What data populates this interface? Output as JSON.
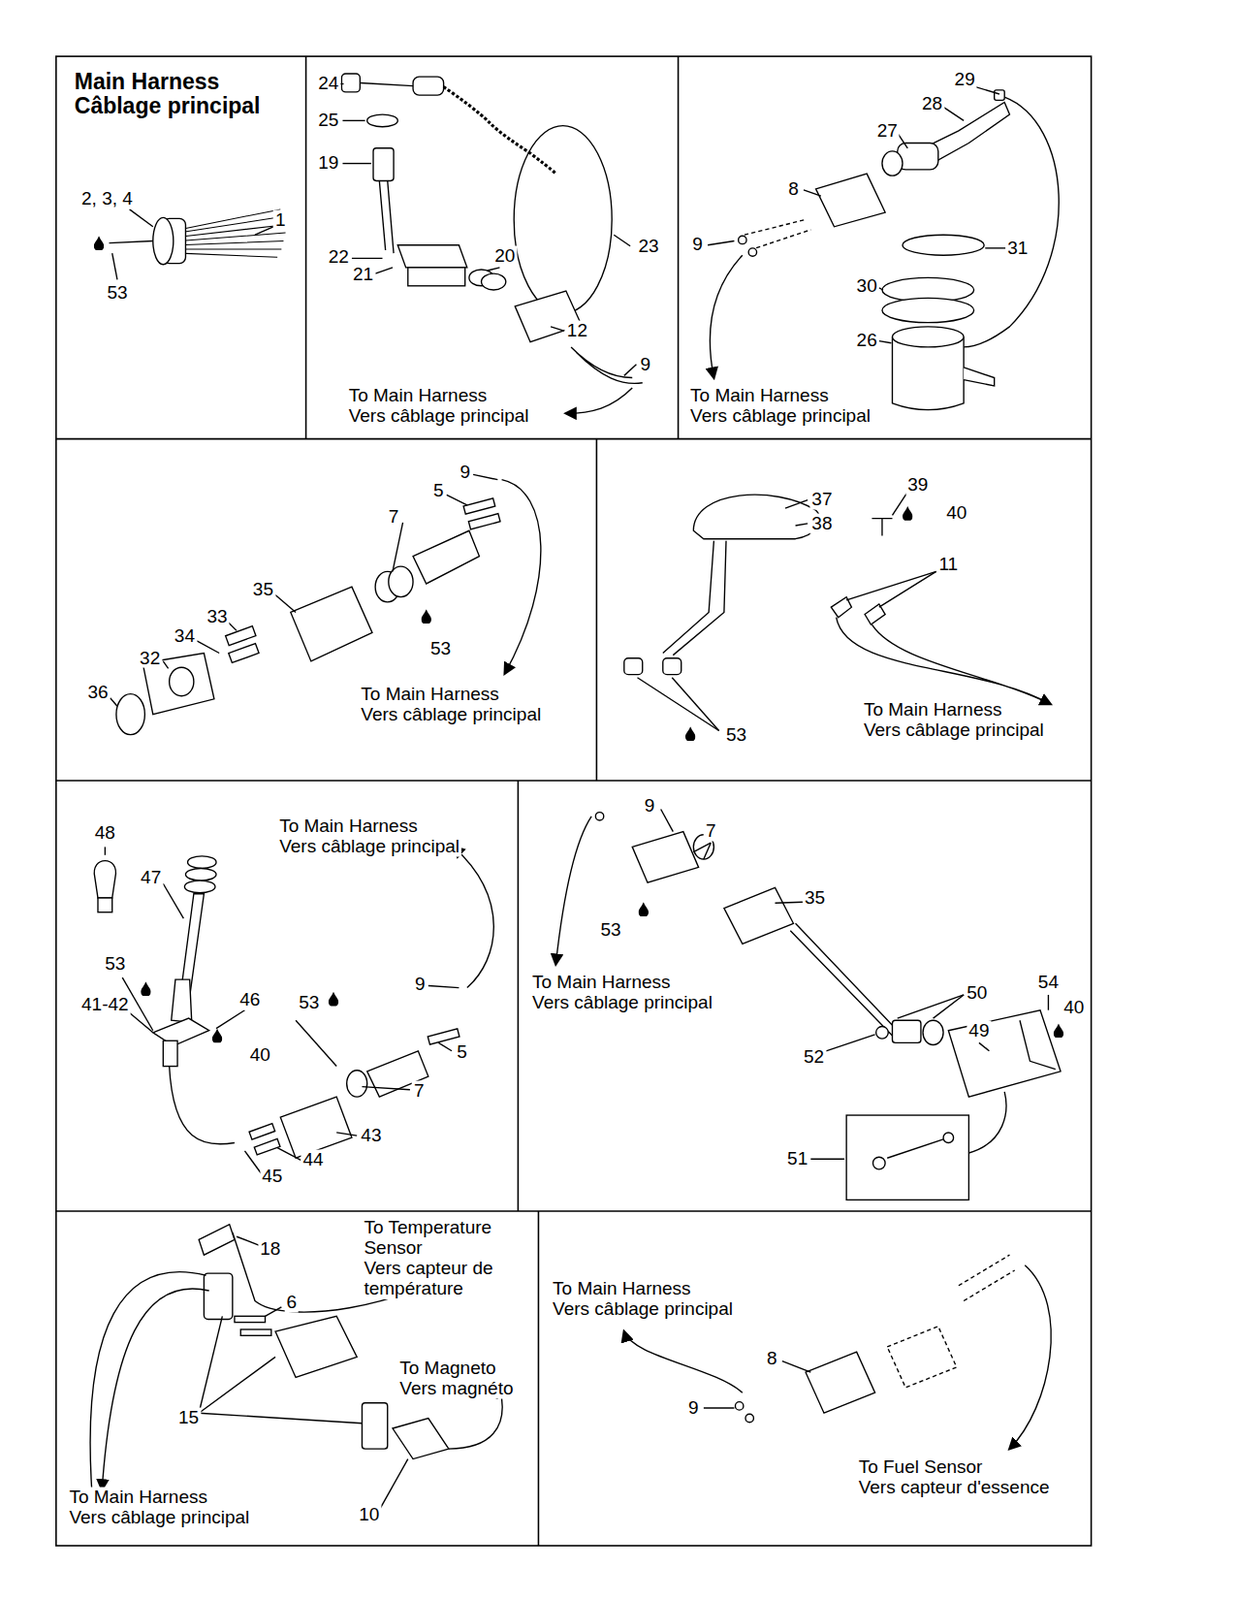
{
  "diagram": {
    "title": "Main Harness Câblage principal",
    "labels": [
      "2, 3, 4",
      "1",
      "53",
      "24",
      "25",
      "19",
      "22",
      "21",
      "20",
      "23",
      "12",
      "9",
      "To Main Harness",
      "Vers câblage principal",
      "29",
      "28",
      "27",
      "8",
      "9",
      "31",
      "30",
      "26",
      "To Main Harness",
      "Vers câblage principal",
      "9",
      "5",
      "7",
      "35",
      "33",
      "34",
      "32",
      "53",
      "36",
      "To Main Harness",
      "Vers câblage principal",
      "39",
      "37",
      "40",
      "38",
      "11",
      "To Main Harness",
      "Vers câblage principal",
      "53",
      "To Main Harness",
      "Vers câblage principal",
      "48",
      "47",
      "53",
      "9",
      "46",
      "53",
      "41-42",
      "40",
      "5",
      "7",
      "43",
      "44",
      "45",
      "9",
      "7",
      "35",
      "53",
      "To Main Harness",
      "Vers câblage principal",
      "54",
      "50",
      "40",
      "49",
      "52",
      "51",
      "To Temperature Sensor",
      "Vers capteur de température",
      "18",
      "6",
      "To Magneto",
      "Vers magnéto",
      "15",
      "To Main Harness",
      "Vers câblage principal",
      "10",
      "To Main Harness",
      "Vers câblage principal",
      "8",
      "9",
      "To Fuel Sensor",
      "Vers capteur d'essence"
    ]
  }
}
